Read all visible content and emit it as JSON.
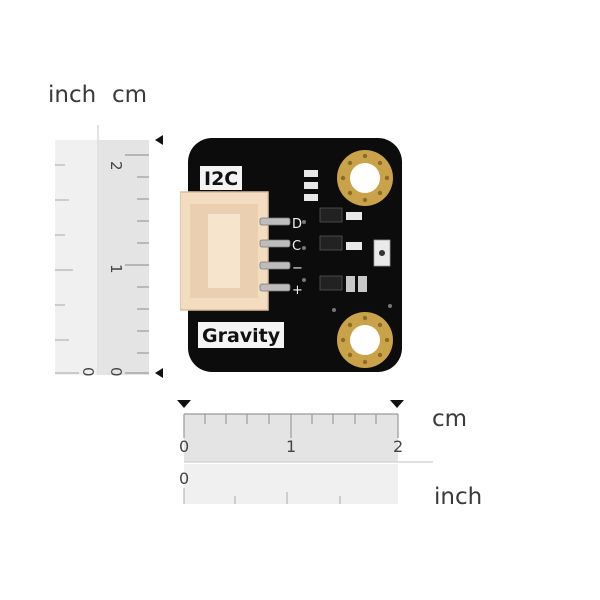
{
  "rulers": {
    "vertical": {
      "unit_left": "inch",
      "unit_right": "cm",
      "inch_labels": [
        "0"
      ],
      "cm_labels": [
        "2",
        "1",
        "0"
      ]
    },
    "horizontal": {
      "unit_top": "cm",
      "unit_bottom": "inch",
      "cm_labels": [
        "0",
        "1",
        "2"
      ],
      "inch_labels": [
        "0"
      ]
    }
  },
  "board": {
    "header_label": "I2C",
    "footer_label": "Gravity",
    "pins": [
      "D",
      "C",
      "−",
      "+"
    ],
    "colors": {
      "pcb": "#0c0c0c",
      "connector": "#f3dcc0",
      "gold": "#c9a24a",
      "label_bg": "#f4f4f4"
    }
  }
}
